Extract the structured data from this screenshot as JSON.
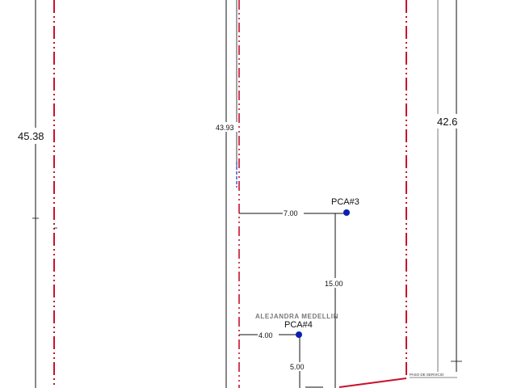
{
  "dimensions": {
    "left_total": "45.38",
    "right_total": "42.6",
    "center_total": "43.93",
    "pca3_offset": "7.00",
    "pca3_depth": "15.00",
    "pca4_offset": "4.00",
    "pca4_depth": "5.00"
  },
  "points": {
    "pca3": "PCA#3",
    "pca4": "PCA#4"
  },
  "owner_name": "ALEJANDRA MEDELLIN",
  "corner_note": "PASO DE SERVICIO",
  "colors": {
    "property_line": "#c8102e",
    "point": "#0a1fb4",
    "line": "#111111"
  }
}
